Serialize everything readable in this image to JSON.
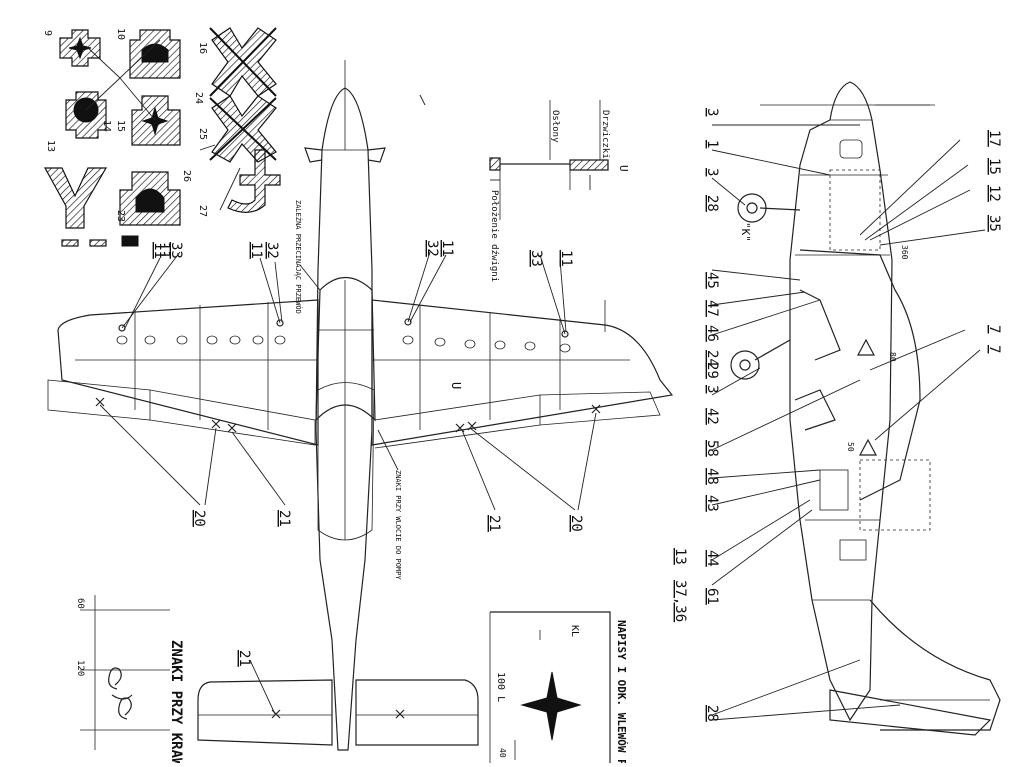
{
  "legend": {
    "symbol_numbers": [
      "9",
      "10",
      "13",
      "14",
      "15",
      "16",
      "23",
      "24",
      "25",
      "26",
      "27"
    ],
    "bar_numbers": [
      "11"
    ]
  },
  "top_view": {
    "callouts": [
      "33",
      "11",
      "11",
      "32",
      "32",
      "11",
      "33",
      "11",
      "20",
      "21",
      "21",
      "20",
      "21"
    ],
    "station_label": "U",
    "note_canopy": "ZALEŻNA PRZECINAJĄC PRZEWÓD",
    "note_fuselage": "ZNAKI PRZY WLOCIE DO POMPY"
  },
  "side_view": {
    "callouts": [
      "3",
      "1",
      "3",
      "28",
      "45",
      "47",
      "46",
      "24",
      "29",
      "3",
      "42",
      "58",
      "48",
      "43",
      "13",
      "44",
      "37,36",
      "61",
      "28",
      "17",
      "15",
      "12",
      "35",
      "7",
      "7"
    ],
    "view_label": "\"K\"",
    "detail_a": "360",
    "detail_b": "80",
    "detail_c": "50"
  },
  "section_detail": {
    "label_top": "Drzwiczki",
    "label_mid": "Osłony",
    "label_bottom": "Położenie dźwigni",
    "u_label": "U"
  },
  "bottom_labels": {
    "leading_edge": "ZNAKI PRZY KRAWĘDZI",
    "fuel": "NAPISY I ODK. WLEWÓW PALIW",
    "kl": "KL",
    "cap": "100 L",
    "dim_60": "60",
    "dim_120": "120",
    "dim_40": "40"
  }
}
